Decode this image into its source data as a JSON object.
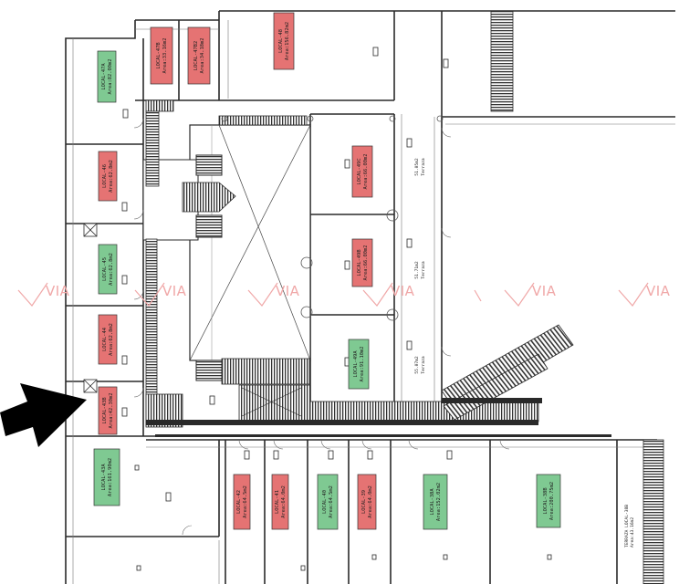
{
  "colors": {
    "red_unit": "#e57373",
    "green_unit": "#7fc992",
    "wall": "#2a2a2a",
    "watermark": "#f0a8a8",
    "arrow": "#000000"
  },
  "units": [
    {
      "id": "u47A",
      "status": "green",
      "line1": "LOCAL-47A",
      "line2": "Area:82.00m2"
    },
    {
      "id": "u47B",
      "status": "red",
      "line1": "LOCAL-47B",
      "line2": "Area:33.16m2"
    },
    {
      "id": "u47B2",
      "status": "red",
      "line1": "LOCAL-47B2",
      "line2": "Area:34.18m2"
    },
    {
      "id": "u48",
      "status": "red",
      "line1": "LOCAL-48",
      "line2": "Area:156.82m2"
    },
    {
      "id": "u46",
      "status": "red",
      "line1": "LOCAL-46",
      "line2": "Area:62.8m2"
    },
    {
      "id": "u49C",
      "status": "red",
      "line1": "LOCAL-49C",
      "line2": "Area:66.00m2"
    },
    {
      "id": "u45",
      "status": "green",
      "line1": "LOCAL-45",
      "line2": "Area:62.8m2"
    },
    {
      "id": "u49B",
      "status": "red",
      "line1": "LOCAL-49B",
      "line2": "Area:66.00m2"
    },
    {
      "id": "u44",
      "status": "red",
      "line1": "LOCAL-44",
      "line2": "Area:62.8m2"
    },
    {
      "id": "u49A",
      "status": "green",
      "line1": "LOCAL-49A",
      "line2": "Area:91.10m2"
    },
    {
      "id": "u43B",
      "status": "red",
      "line1": "LOCAL-43B",
      "line2": "Area:42.30m2"
    },
    {
      "id": "u43A",
      "status": "green",
      "line1": "LOCAL-43A",
      "line2": "Area:161.90m2"
    },
    {
      "id": "u42",
      "status": "red",
      "line1": "LOCAL-42",
      "line2": "Area:64.5m2"
    },
    {
      "id": "u41",
      "status": "red",
      "line1": "LOCAL-41",
      "line2": "Area:64.0m2"
    },
    {
      "id": "u40",
      "status": "green",
      "line1": "LOCAL-40",
      "line2": "Area:64.5m2"
    },
    {
      "id": "u39",
      "status": "red",
      "line1": "LOCAL-39",
      "line2": "Area:64.0m2"
    },
    {
      "id": "u38A",
      "status": "green",
      "line1": "LOCAL-38A",
      "line2": "Area:152.02m2"
    },
    {
      "id": "u38B",
      "status": "green",
      "line1": "LOCAL-38B",
      "line2": "Area:200.75m2"
    }
  ],
  "terraces": [
    {
      "id": "t1",
      "line1": "51.05m2",
      "line2": "Terraza"
    },
    {
      "id": "t2",
      "line1": "51.71m2",
      "line2": "Terraza"
    },
    {
      "id": "t3",
      "line1": "55.07m2",
      "line2": "Terraza"
    }
  ],
  "corner_label": {
    "line1": "TERRAZA LOCAL-38B",
    "line2": "Area:43.16m2"
  },
  "watermark_text": "VIA"
}
